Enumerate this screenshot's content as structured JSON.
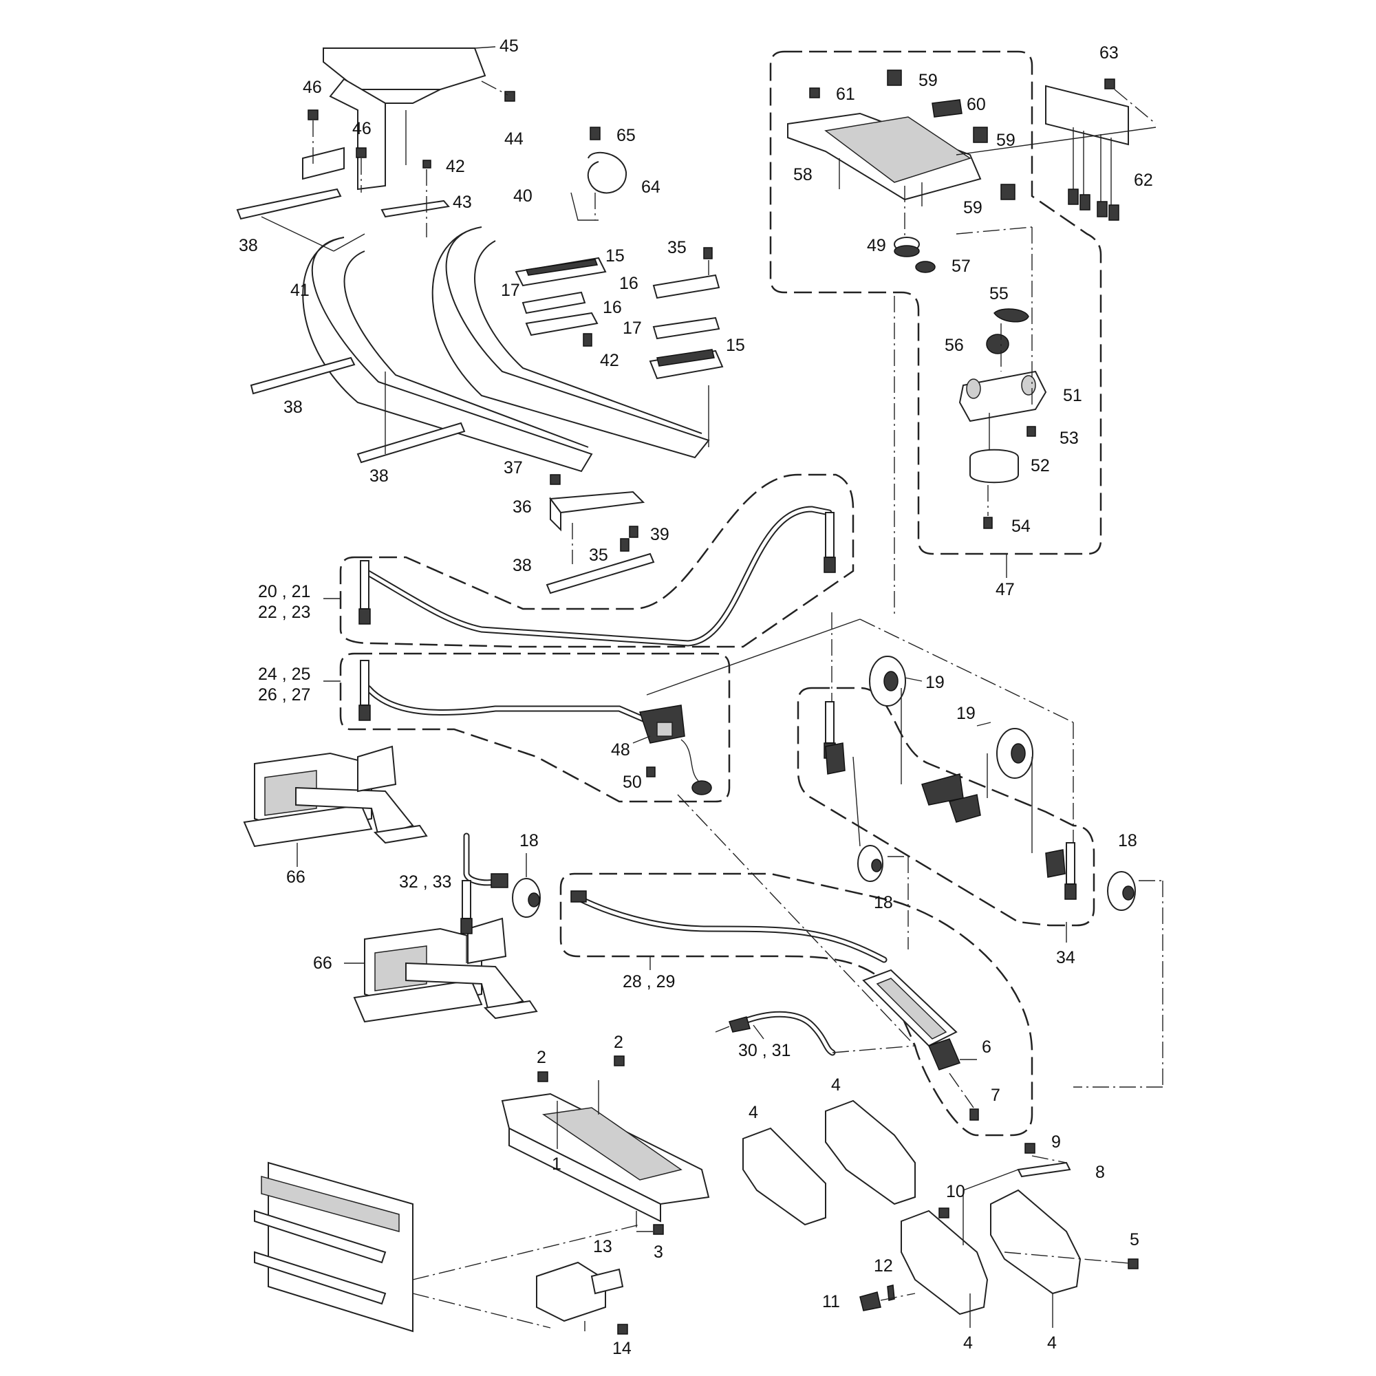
{
  "diagram": {
    "callouts": [
      {
        "id": "c45",
        "text": "45"
      },
      {
        "id": "c46a",
        "text": "46"
      },
      {
        "id": "c46b",
        "text": "46"
      },
      {
        "id": "c44",
        "text": "44"
      },
      {
        "id": "c42a",
        "text": "42"
      },
      {
        "id": "c43",
        "text": "43"
      },
      {
        "id": "c38a",
        "text": "38"
      },
      {
        "id": "c41",
        "text": "41"
      },
      {
        "id": "c38b",
        "text": "38"
      },
      {
        "id": "c38c",
        "text": "38"
      },
      {
        "id": "c65",
        "text": "65"
      },
      {
        "id": "c64",
        "text": "64"
      },
      {
        "id": "c40",
        "text": "40"
      },
      {
        "id": "c15a",
        "text": "15"
      },
      {
        "id": "c17a",
        "text": "17"
      },
      {
        "id": "c16a",
        "text": "16"
      },
      {
        "id": "c42b",
        "text": "42"
      },
      {
        "id": "c35a",
        "text": "35"
      },
      {
        "id": "c16b",
        "text": "16"
      },
      {
        "id": "c17b",
        "text": "17"
      },
      {
        "id": "c15b",
        "text": "15"
      },
      {
        "id": "c37",
        "text": "37"
      },
      {
        "id": "c36",
        "text": "36"
      },
      {
        "id": "c39",
        "text": "39"
      },
      {
        "id": "c35b",
        "text": "35"
      },
      {
        "id": "c38d",
        "text": "38"
      },
      {
        "id": "c61",
        "text": "61"
      },
      {
        "id": "c59a",
        "text": "59"
      },
      {
        "id": "c60",
        "text": "60"
      },
      {
        "id": "c59b",
        "text": "59"
      },
      {
        "id": "c58",
        "text": "58"
      },
      {
        "id": "c59c",
        "text": "59"
      },
      {
        "id": "c49",
        "text": "49"
      },
      {
        "id": "c57",
        "text": "57"
      },
      {
        "id": "c63",
        "text": "63"
      },
      {
        "id": "c62",
        "text": "62"
      },
      {
        "id": "c55",
        "text": "55"
      },
      {
        "id": "c56",
        "text": "56"
      },
      {
        "id": "c51",
        "text": "51"
      },
      {
        "id": "c53",
        "text": "53"
      },
      {
        "id": "c52",
        "text": "52"
      },
      {
        "id": "c54",
        "text": "54"
      },
      {
        "id": "c47",
        "text": "47"
      },
      {
        "id": "c20a",
        "text": "20 , 21"
      },
      {
        "id": "c20b",
        "text": "22 , 23"
      },
      {
        "id": "c24a",
        "text": "24 , 25"
      },
      {
        "id": "c24b",
        "text": "26 , 27"
      },
      {
        "id": "c48",
        "text": "48"
      },
      {
        "id": "c50",
        "text": "50"
      },
      {
        "id": "c66a",
        "text": "66"
      },
      {
        "id": "c19a",
        "text": "19"
      },
      {
        "id": "c19b",
        "text": "19"
      },
      {
        "id": "c18a",
        "text": "18"
      },
      {
        "id": "c18b",
        "text": "18"
      },
      {
        "id": "c18c",
        "text": "18"
      },
      {
        "id": "c34",
        "text": "34"
      },
      {
        "id": "c32",
        "text": "32 , 33"
      },
      {
        "id": "c66b",
        "text": "66"
      },
      {
        "id": "c28",
        "text": "28 , 29"
      },
      {
        "id": "c30",
        "text": "30 , 31"
      },
      {
        "id": "c6",
        "text": "6"
      },
      {
        "id": "c7",
        "text": "7"
      },
      {
        "id": "c2a",
        "text": "2"
      },
      {
        "id": "c2b",
        "text": "2"
      },
      {
        "id": "c1",
        "text": "1"
      },
      {
        "id": "c3",
        "text": "3"
      },
      {
        "id": "c13",
        "text": "13"
      },
      {
        "id": "c14",
        "text": "14"
      },
      {
        "id": "c4a",
        "text": "4"
      },
      {
        "id": "c4b",
        "text": "4"
      },
      {
        "id": "c9",
        "text": "9"
      },
      {
        "id": "c8",
        "text": "8"
      },
      {
        "id": "c10",
        "text": "10"
      },
      {
        "id": "c5",
        "text": "5"
      },
      {
        "id": "c12",
        "text": "12"
      },
      {
        "id": "c11",
        "text": "11"
      },
      {
        "id": "c4c",
        "text": "4"
      },
      {
        "id": "c4d",
        "text": "4"
      }
    ]
  }
}
